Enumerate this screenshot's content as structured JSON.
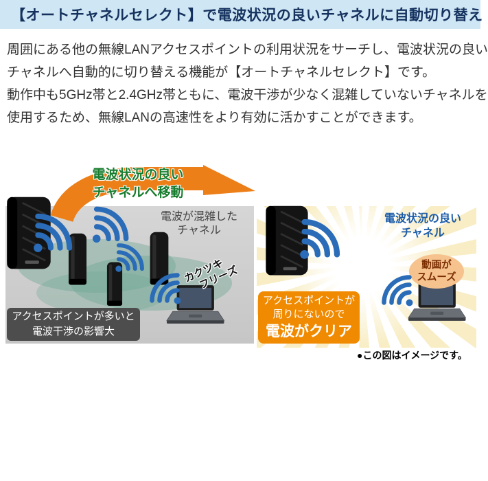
{
  "colors": {
    "header-bg": "#cfe6f4",
    "header-text": "#15325f",
    "body-text": "#333333",
    "arrow-orange": "#ec7f18",
    "arrow-label-green": "#177d2e",
    "panel-gray": "#c6c6c6",
    "coverage-green": "#6ea893",
    "wifi-blue": "#2a6cb8",
    "dark-badge-bg": "#4d4d4d",
    "orange-badge-bg": "#f08a00",
    "good-label-blue": "#1c5ca8",
    "smooth-bubble-bg": "#f6c28e",
    "smooth-bubble-text": "#7a2d00"
  },
  "header": {
    "title": "【オートチャネルセレクト】で電波状況の良いチャネルに自動切り替え"
  },
  "intro": {
    "line1": "周囲にある他の無線LANアクセスポイントの利用状況をサーチし、電波状況の良い",
    "line2": "チャネルへ自動的に切り替える機能が【オートチャネルセレクト】です。",
    "line3": "動作中も5GHz帯と2.4GHz帯ともに、電波干渉が少なく混雑していないチャネルを",
    "line4": "使用するため、無線LANの高速性をより有効に活かすことができます。"
  },
  "diagram": {
    "arrow": {
      "line1": "電波状況の良い",
      "line2": "チャネルへ移動"
    },
    "crowded": {
      "channel_label_line1": "電波が混雑した",
      "channel_label_line2": "チャネル",
      "freeze_line1": "カクツキ",
      "freeze_line2": "フリーズ",
      "badge_line1": "アクセスポイントが多いと",
      "badge_line2": "電波干渉の影響大"
    },
    "clear": {
      "channel_label_line1": "電波状況の良い",
      "channel_label_line2": "チャネル",
      "smooth_line1": "動画が",
      "smooth_line2": "スムーズ",
      "badge_line1": "アクセスポイントが",
      "badge_line2": "周りにないので",
      "badge_line3": "電波がクリア"
    },
    "note": "●この図はイメージです。"
  }
}
